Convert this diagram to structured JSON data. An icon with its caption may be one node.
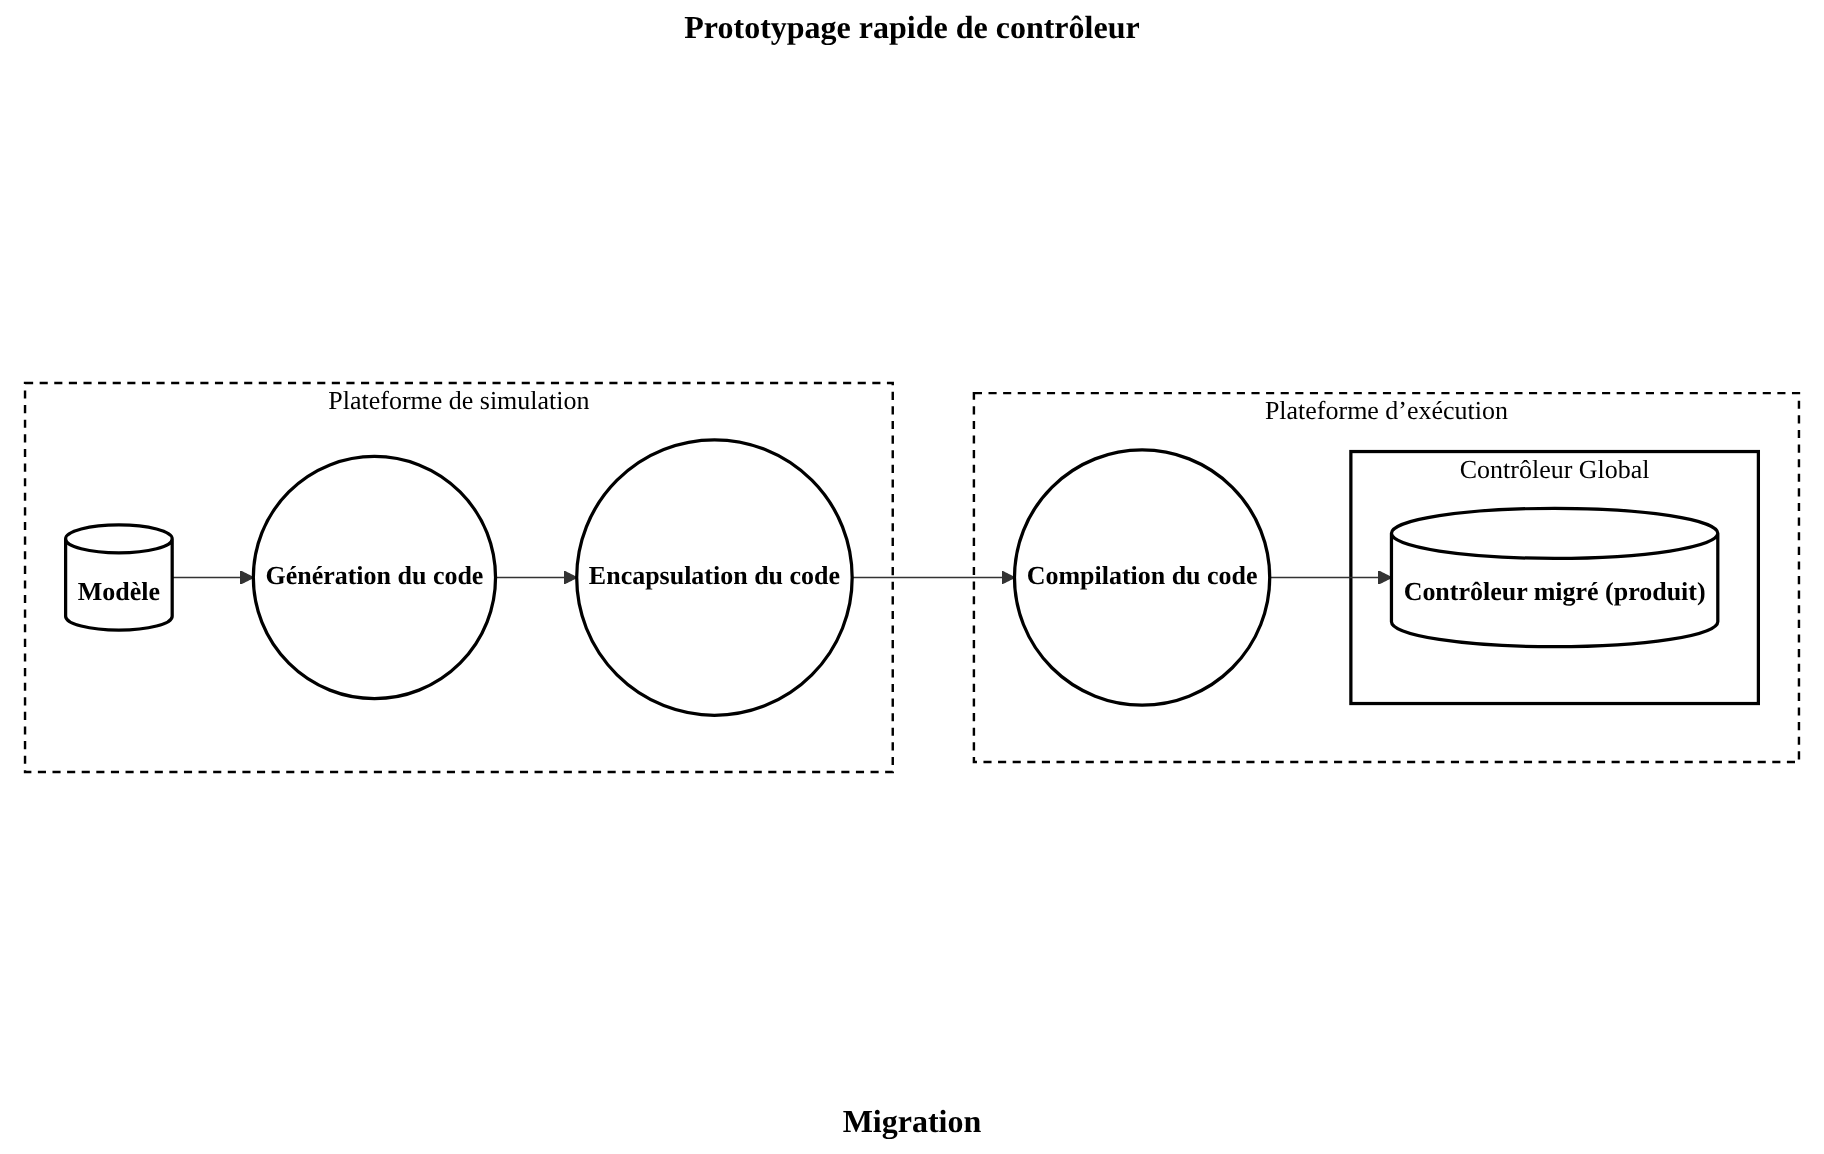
{
  "diagram": {
    "nodes": [
      {
        "text": [
          "Plateforme de simulation"
        ]
      },
      {
        "text": [
          "Modèle"
        ],
        "in": 0
      },
      {
        "text": [
          "Génération du code"
        ],
        "in": 0
      },
      {
        "text": [
          "Encapsulation du code"
        ],
        "in": 0
      },
      {
        "text": [
          "Plateforme d’exécution"
        ]
      },
      {
        "text": [
          "Compilation du code"
        ],
        "in": 4
      },
      {
        "text": [
          "Contrôleur Global"
        ],
        "in": 4
      },
      {
        "text": [
          "Contrôleur migré (produit)"
        ],
        "in": 6
      }
    ],
    "edges": [
      {
        "from": 1,
        "to": 2,
        "arrow": "to"
      },
      {
        "from": 2,
        "to": 3,
        "arrow": "to"
      },
      {
        "from": 3,
        "to": 5,
        "arrow": "to"
      },
      {
        "from": 5,
        "to": 7,
        "arrow": "to"
      }
    ],
    "labels": [
      "Prototypage rapide de contrôleur",
      "Migration"
    ]
  }
}
